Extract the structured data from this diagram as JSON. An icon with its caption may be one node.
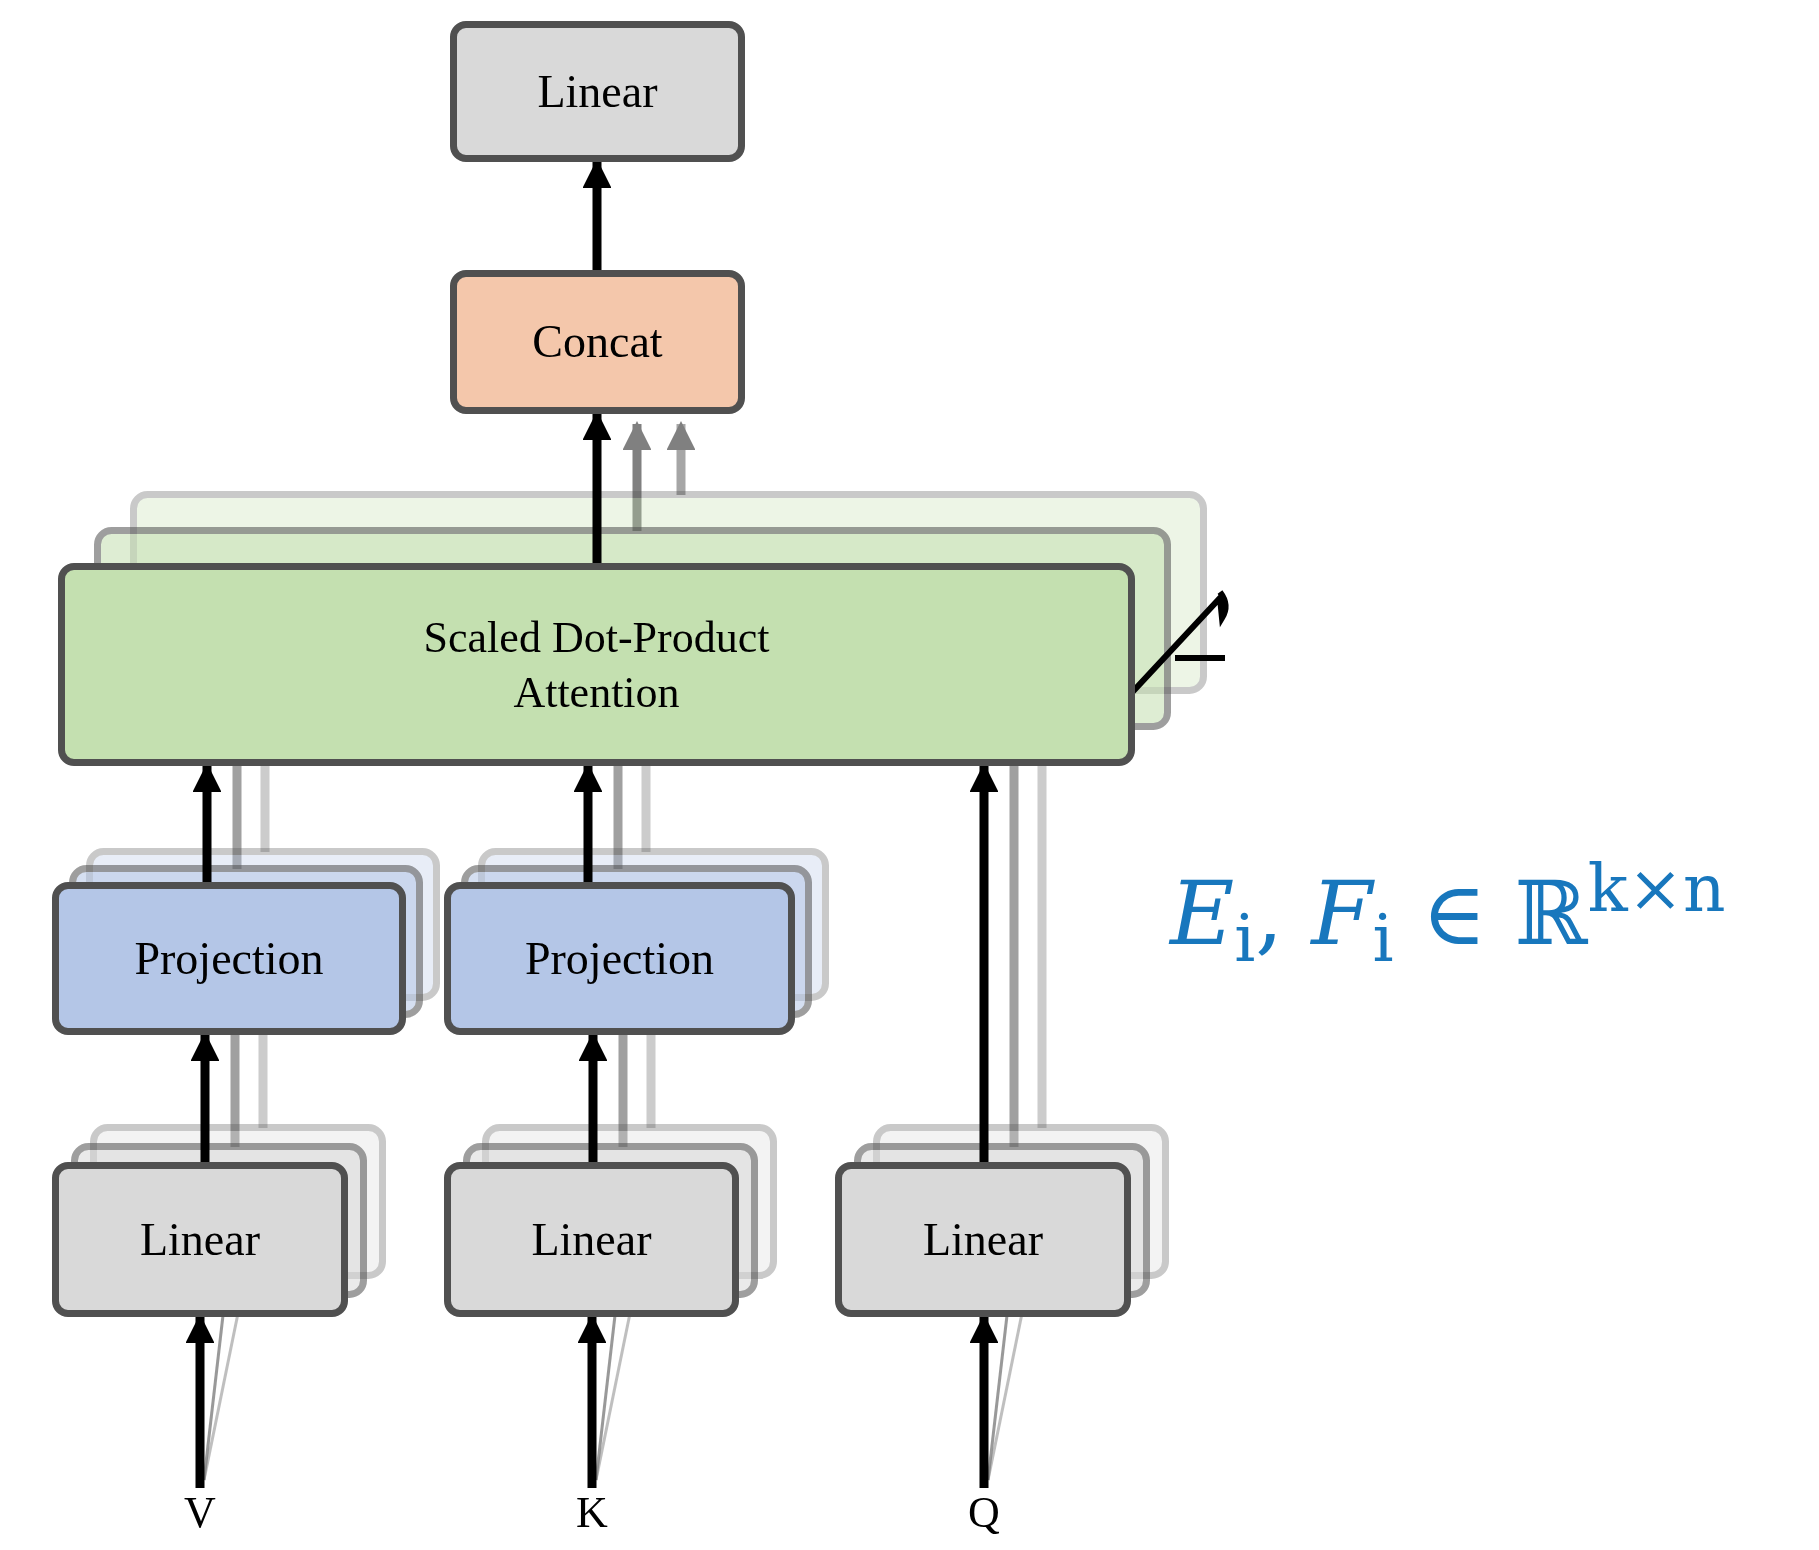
{
  "diagram": {
    "nodes": [
      {
        "text": [
          "Linear"
        ]
      },
      {
        "text": [
          "Concat"
        ]
      },
      {
        "text": [
          "Scaled Dot-Product Attention"
        ]
      },
      {
        "text": [
          "Projection"
        ]
      },
      {
        "text": [
          "Projection"
        ]
      },
      {
        "text": [
          "Linear"
        ]
      },
      {
        "text": [
          "Linear"
        ]
      },
      {
        "text": [
          "Linear"
        ]
      },
      {
        "text": [
          "V"
        ]
      },
      {
        "text": [
          "K"
        ]
      },
      {
        "text": [
          "Q"
        ]
      }
    ],
    "edges": [
      {
        "from": 8,
        "to": 5,
        "arrow": "to"
      },
      {
        "from": 9,
        "to": 6,
        "arrow": "to"
      },
      {
        "from": 10,
        "to": 7,
        "arrow": "to"
      },
      {
        "from": 5,
        "to": 3,
        "arrow": "to"
      },
      {
        "from": 6,
        "to": 4,
        "arrow": "to"
      },
      {
        "from": 3,
        "to": 2,
        "arrow": "to"
      },
      {
        "from": 4,
        "to": 2,
        "arrow": "to"
      },
      {
        "from": 7,
        "to": 2,
        "arrow": "to"
      },
      {
        "from": 2,
        "to": 1,
        "arrow": "to"
      },
      {
        "from": 1,
        "to": 0,
        "arrow": "to"
      }
    ],
    "labels": [
      "*E*$_{i}$, *F*$_{i}$ ∈ ℝ$^{k×n}$"
    ]
  }
}
